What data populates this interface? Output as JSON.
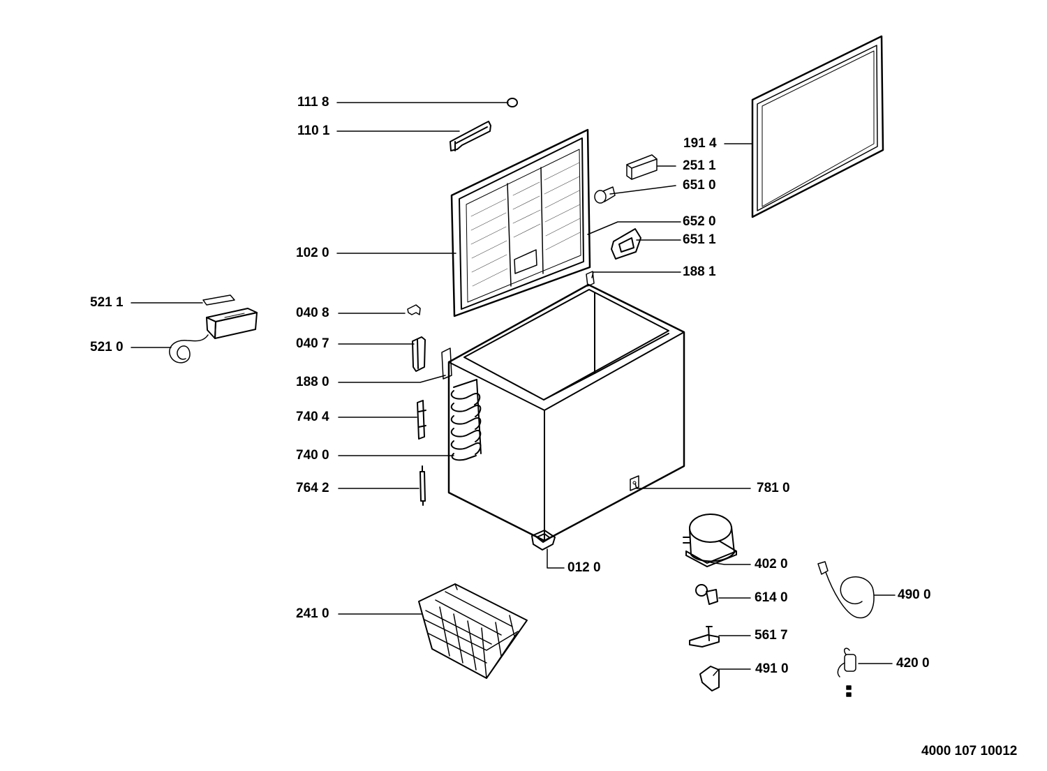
{
  "diagram": {
    "labels": {
      "p1118": "111 8",
      "p1101": "110 1",
      "p1020": "102 0",
      "p5211": "521 1",
      "p5210": "521 0",
      "p0408": "040 8",
      "p0407": "040 7",
      "p1880": "188 0",
      "p7404": "740 4",
      "p7400": "740 0",
      "p7642": "764 2",
      "p2410": "241 0",
      "p1914": "191 4",
      "p2511": "251 1",
      "p6510": "651 0",
      "p6520": "652 0",
      "p6511": "651 1",
      "p1881": "188 1",
      "p7810": "781 0",
      "p0120": "012 0",
      "p4020": "402 0",
      "p6140": "614 0",
      "p5617": "561 7",
      "p4910": "491 0",
      "p4900": "490 0",
      "p4200": "420 0"
    },
    "document_number": "4000 107 10012"
  }
}
